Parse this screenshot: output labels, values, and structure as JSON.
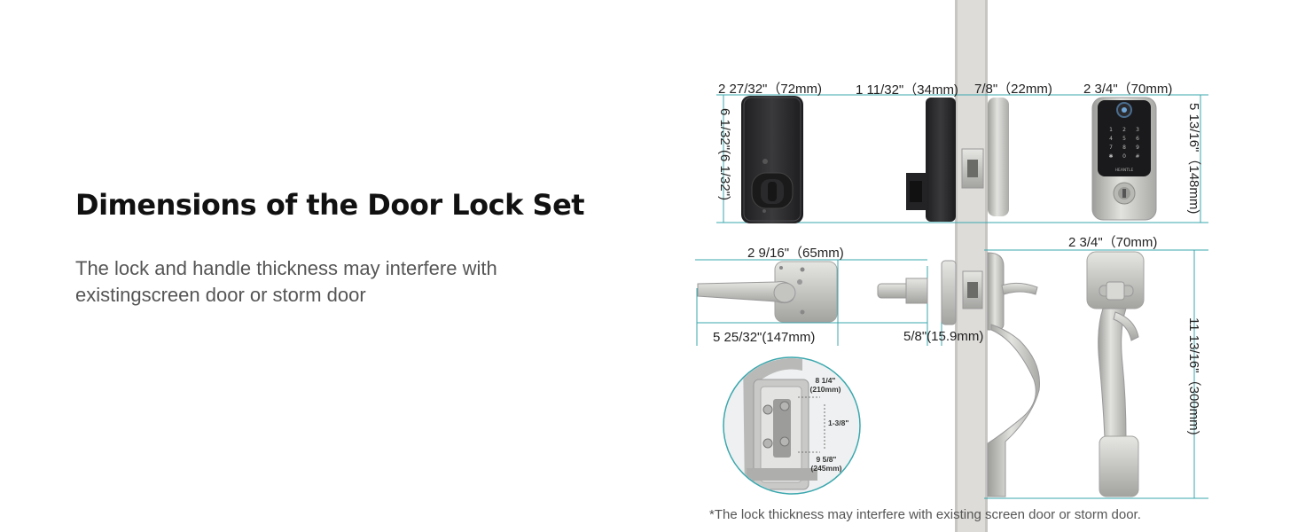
{
  "heading": "Dimensions of the Door Lock Set",
  "description": "The lock and handle thickness may interfere with existingscreen door or storm door",
  "dimensions": {
    "deadbolt_width": "2 27/32\"（72mm)",
    "deadbolt_depth": "1 11/32\"（34mm)",
    "door_thickness": "7/8\"（22mm)",
    "keypad_width": "2 3/4\"（70mm)",
    "deadbolt_height": "6 1/32\"(6 1/32\")",
    "keypad_height": "5 13/16\"（148mm)",
    "lever_rose_width": "2 9/16\"（65mm)",
    "lever_length": "5 25/32\"(147mm)",
    "latch_thickness": "5/8\"(15.9mm)",
    "handle_width": "2 3/4\"（70mm)",
    "handle_height": "11 13/16\"（300mm)"
  },
  "detail": {
    "top_spacing": "8 1/4\"\n(210mm)",
    "hole_spacing": "1-3/8\"",
    "bottom_spacing": "9 5/8\"\n(245mm)"
  },
  "keypad_keys": [
    "1",
    "2",
    "3",
    "4",
    "5",
    "6",
    "7",
    "8",
    "9",
    "✱",
    "0",
    "#"
  ],
  "keypad_brand": "HEANTLE",
  "footnote": "*The lock thickness may interfere with existing screen door or storm door.",
  "colors": {
    "dimension_line": "#3aa7ad",
    "door": "#dddbd8",
    "matte_black": "#2a2a2c",
    "satin_nickel": "#c9c9c6"
  }
}
